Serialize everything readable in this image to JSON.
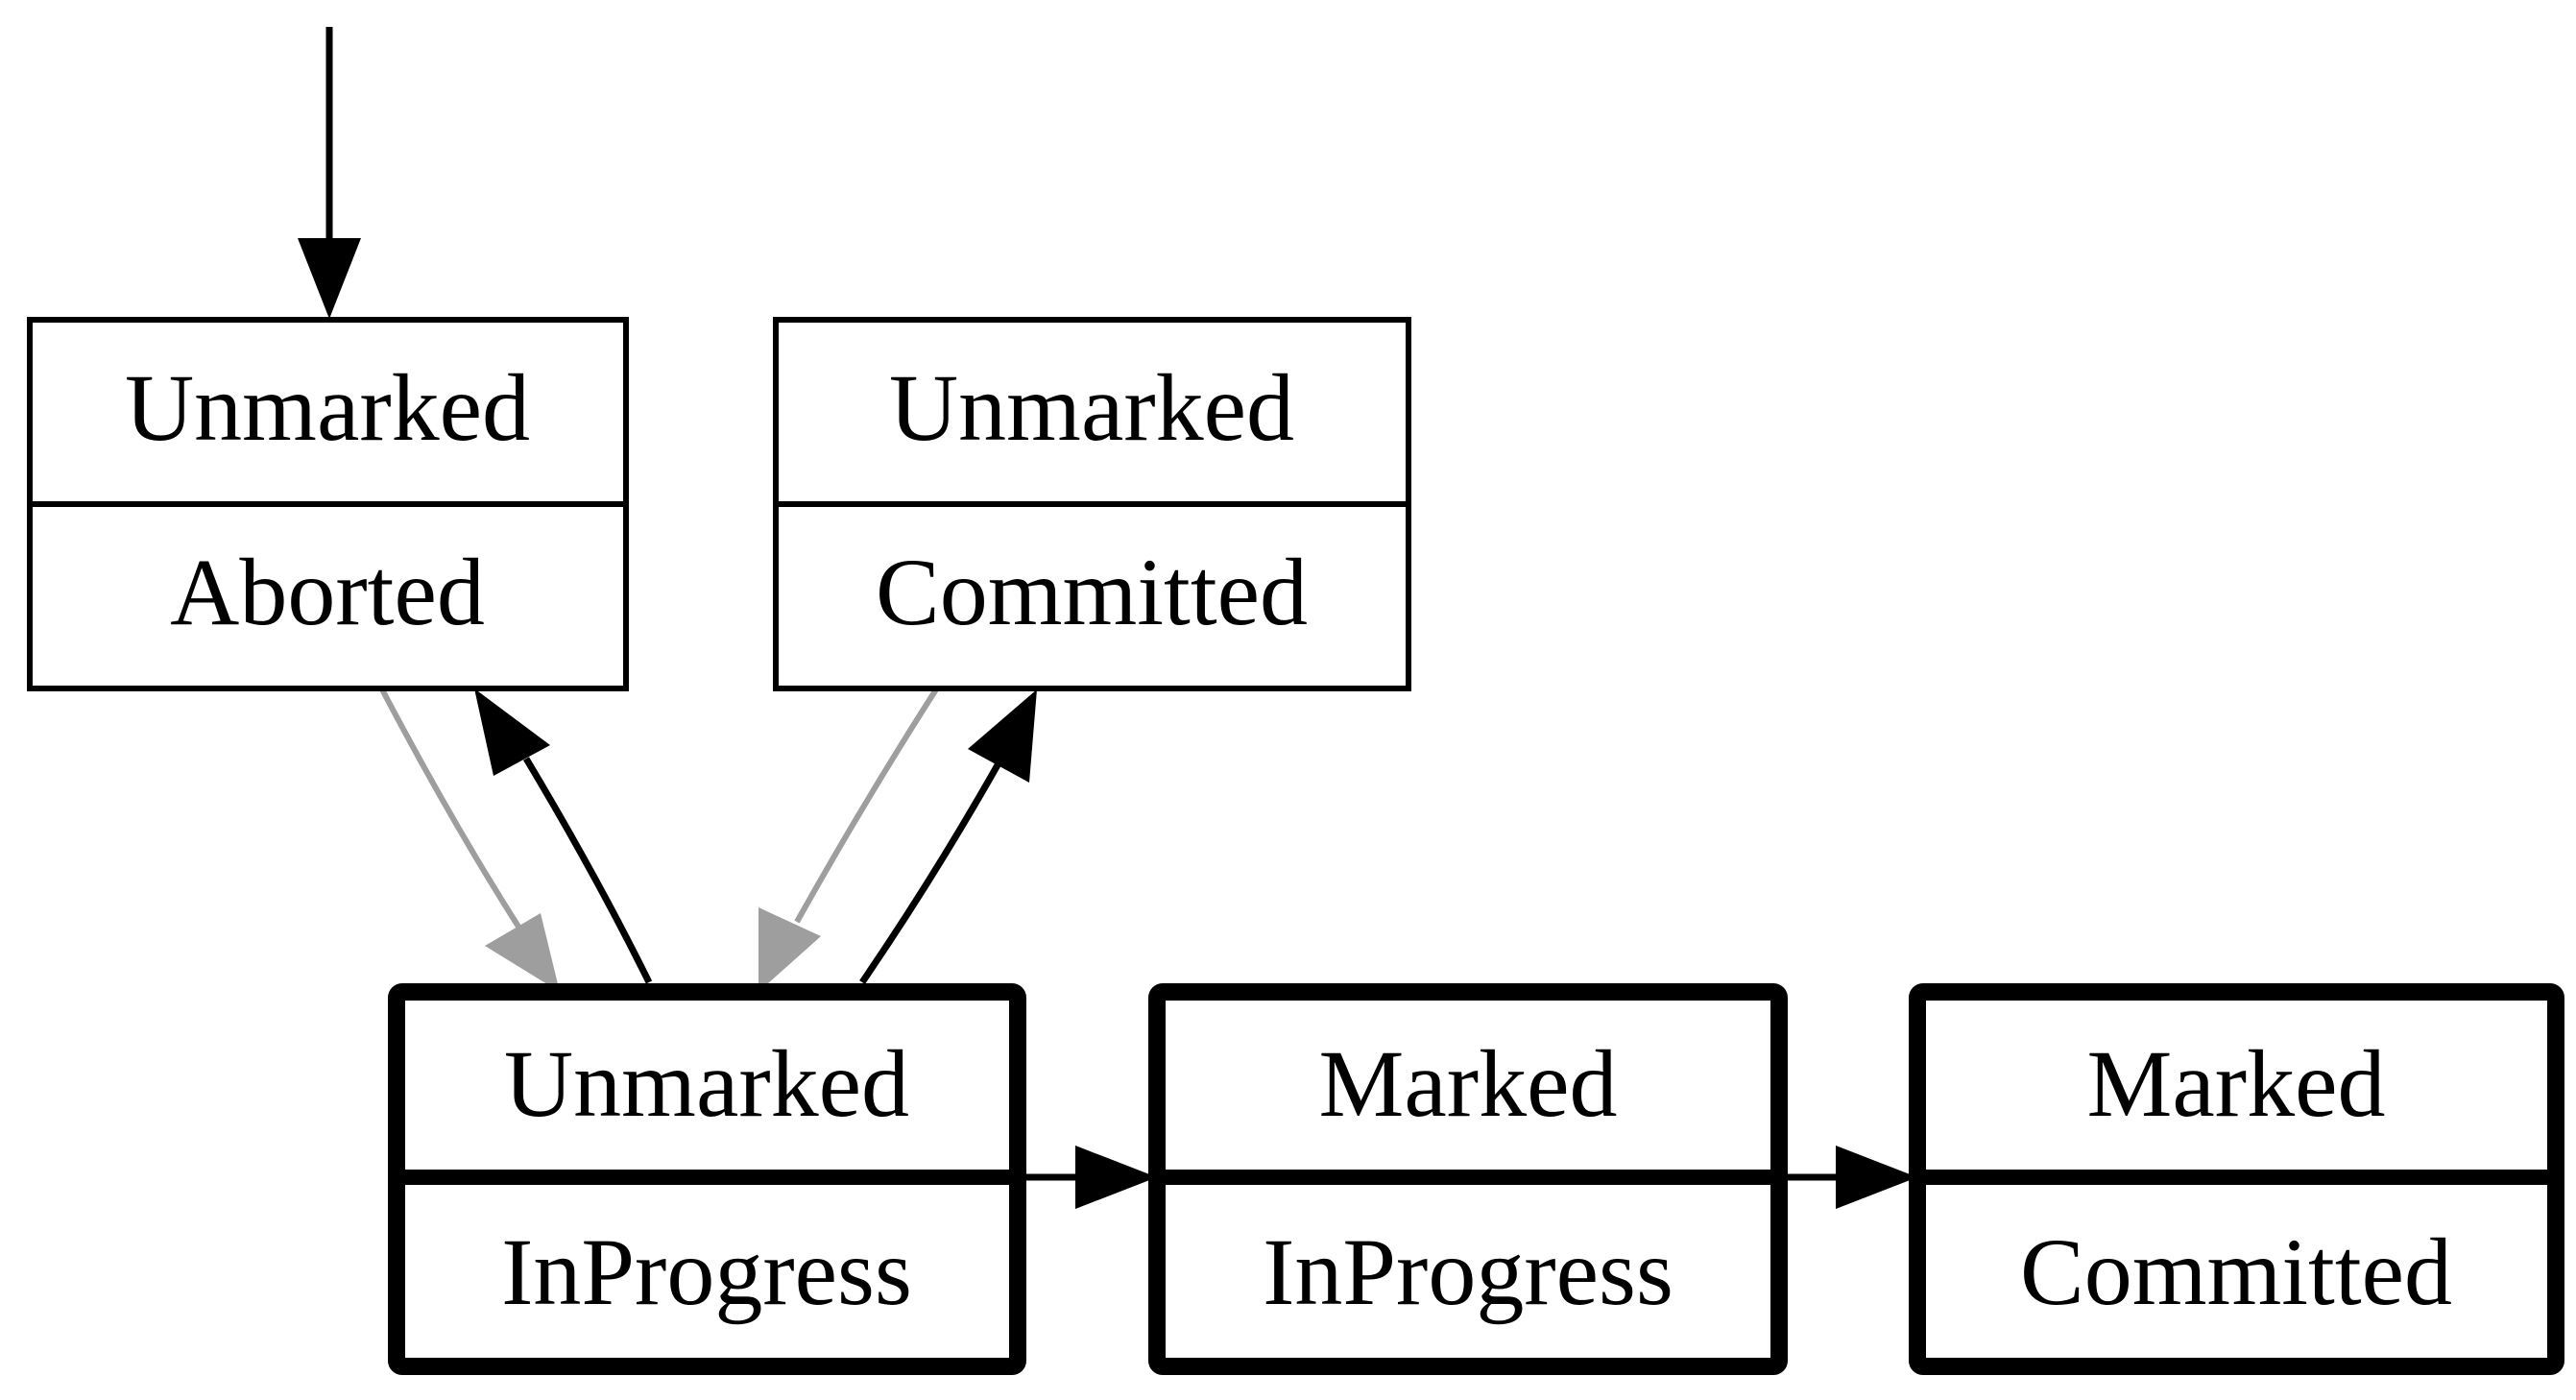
{
  "colors": {
    "background": "#ffffff",
    "stroke": "#000000",
    "gray_edge": "#9e9e9e"
  },
  "nodes": [
    {
      "id": "n_unmarked_aborted",
      "top": "Unmarked",
      "bottom": "Aborted",
      "emphasis": "normal"
    },
    {
      "id": "n_unmarked_committed",
      "top": "Unmarked",
      "bottom": "Committed",
      "emphasis": "normal"
    },
    {
      "id": "n_unmarked_inprogress",
      "top": "Unmarked",
      "bottom": "InProgress",
      "emphasis": "bold"
    },
    {
      "id": "n_marked_inprogress",
      "top": "Marked",
      "bottom": "InProgress",
      "emphasis": "bold"
    },
    {
      "id": "n_marked_committed",
      "top": "Marked",
      "bottom": "Committed",
      "emphasis": "bold"
    }
  ],
  "edges": [
    {
      "from": "start",
      "to": "n_unmarked_aborted",
      "style": "black"
    },
    {
      "from": "n_unmarked_aborted",
      "to": "n_unmarked_inprogress",
      "style": "gray"
    },
    {
      "from": "n_unmarked_inprogress",
      "to": "n_unmarked_aborted",
      "style": "black"
    },
    {
      "from": "n_unmarked_committed",
      "to": "n_unmarked_inprogress",
      "style": "gray"
    },
    {
      "from": "n_unmarked_inprogress",
      "to": "n_unmarked_committed",
      "style": "black"
    },
    {
      "from": "n_unmarked_inprogress",
      "to": "n_marked_inprogress",
      "style": "black"
    },
    {
      "from": "n_marked_inprogress",
      "to": "n_marked_committed",
      "style": "black"
    }
  ]
}
